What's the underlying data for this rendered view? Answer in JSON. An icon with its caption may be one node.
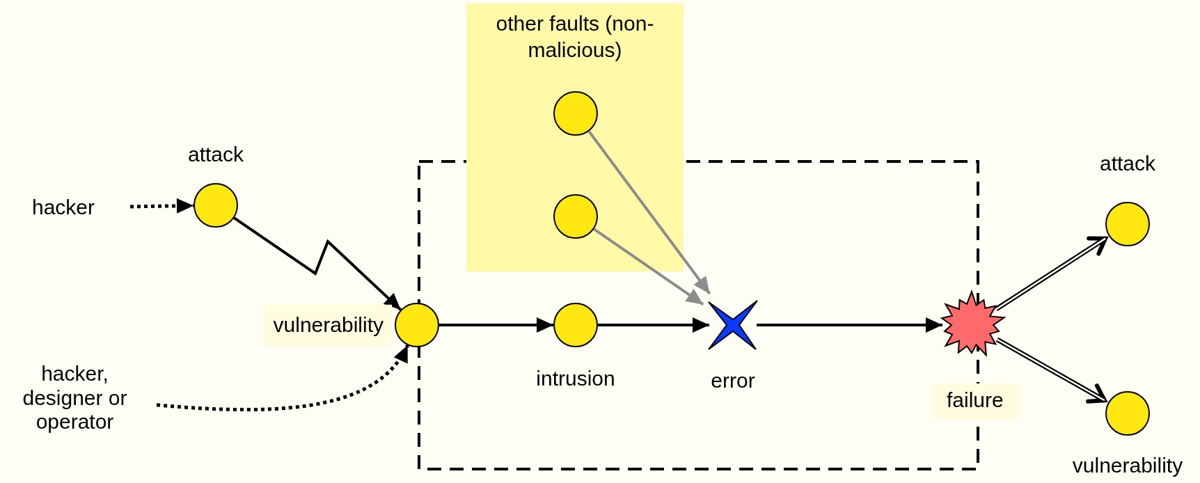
{
  "diagram": {
    "nodes": [
      {
        "text": [
          "hacker"
        ]
      },
      {
        "text": [
          "attack"
        ]
      },
      {
        "text": [
          "vulnerability"
        ]
      },
      {
        "text": [
          "hacker, designer or operator"
        ]
      },
      {
        "text": [
          "other faults (non-malicious)"
        ]
      },
      {
        "text": [],
        "shape": "circle",
        "in": 4
      },
      {
        "text": [],
        "shape": "circle",
        "in": 4
      },
      {
        "text": [
          "intrusion"
        ]
      },
      {
        "text": [
          "error"
        ]
      },
      {
        "text": [
          "failure"
        ]
      },
      {
        "text": [
          "attack"
        ]
      },
      {
        "text": [
          "vulnerability"
        ]
      }
    ],
    "edges": [
      {
        "from": 0,
        "to": 1,
        "arrow": "to",
        "style": "dashed"
      },
      {
        "from": 1,
        "to": 2,
        "arrow": "to"
      },
      {
        "from": 3,
        "to": 2,
        "arrow": "to",
        "style": "dashed"
      },
      {
        "from": 5,
        "to": 8,
        "arrow": "to",
        "color": "#8c8c8c"
      },
      {
        "from": 6,
        "to": 8,
        "arrow": "to",
        "color": "#8c8c8c"
      },
      {
        "from": 2,
        "to": 7,
        "arrow": "to"
      },
      {
        "from": 7,
        "to": 8,
        "arrow": "to"
      },
      {
        "from": 8,
        "to": 9,
        "arrow": "to"
      },
      {
        "from": 9,
        "to": 10,
        "arrow": "to"
      },
      {
        "from": 9,
        "to": 11,
        "arrow": "to"
      }
    ]
  }
}
